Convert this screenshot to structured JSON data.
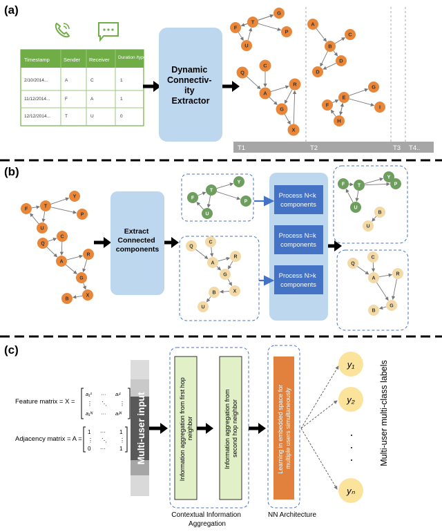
{
  "panels": {
    "a": {
      "label": "(a)",
      "table": {
        "headers": [
          "Timestamp",
          "Sender",
          "Receiver",
          "Duration /type"
        ],
        "rows": [
          [
            "2/10/2014...",
            "A",
            "C",
            "1"
          ],
          [
            "11/12/2014...",
            "F",
            "A",
            "1"
          ],
          [
            "12/12/2014...",
            "T",
            "U",
            "0"
          ]
        ]
      },
      "extractor_label": [
        "Dynamic",
        "Connectiv-",
        "ity",
        "Extractor"
      ],
      "timeline": [
        "T1",
        "T2",
        "T3",
        "T4.."
      ],
      "node_labels": {
        "g1": [
          "F",
          "U",
          "T",
          "G",
          "P"
        ],
        "g2": [
          "Q",
          "C",
          "A",
          "R",
          "G",
          "X"
        ],
        "g3": [
          "A",
          "B",
          "C",
          "D",
          "D"
        ],
        "g4": [
          "F",
          "E",
          "G",
          "H",
          "I"
        ]
      }
    },
    "b": {
      "label": "(b)",
      "extract_label": [
        "Extract",
        "Connected",
        "components"
      ],
      "process_labels": [
        [
          "Process N<k",
          "components"
        ],
        [
          "Process N=k",
          "components"
        ],
        [
          "Process N>k",
          "components"
        ]
      ],
      "node_labels": {
        "full": [
          "F",
          "T",
          "Y",
          "P",
          "U",
          "Q",
          "C",
          "A",
          "R",
          "G",
          "X",
          "B"
        ],
        "green": [
          "F",
          "T",
          "Y",
          "P",
          "U"
        ],
        "tan": [
          "Q",
          "C",
          "A",
          "R",
          "G",
          "B",
          "X",
          "U"
        ],
        "out_green": [
          "F",
          "T",
          "Y",
          "P",
          "U",
          "B",
          "U"
        ],
        "out_tan": [
          "Q",
          "C",
          "A",
          "R",
          "G",
          "B"
        ]
      }
    },
    "c": {
      "label": "(c)",
      "feature_matrix_label": "Feature matrix = X =",
      "feature_matrix_cells": [
        "a₁¹",
        "···",
        "aₗ¹",
        "⋮",
        "⋱",
        "⋮",
        "a₁ᴺ",
        "···",
        "aₗᴺ"
      ],
      "adjacency_matrix_label": "Adjacency matrix = A =",
      "adjacency_matrix_cells": [
        "1",
        "···",
        "1",
        "⋮",
        "⋱",
        "⋮",
        "0",
        "···",
        "1"
      ],
      "multi_user_input": "Multi-user input",
      "agg_first_hop": [
        "Information aggregation from first hop",
        "neighbor"
      ],
      "agg_second_hop": [
        "Information aggregation from",
        "second hop neighbor"
      ],
      "nn_block": [
        "Learning in embedded space for",
        "multiple users simultaneously"
      ],
      "contextual_caption": [
        "Contextual Information",
        "Aggregation"
      ],
      "nn_caption": "NN Architecture",
      "outputs": [
        "y₁",
        "y₂",
        "yₙ"
      ],
      "output_label": "Multi-user multi-class labels"
    }
  },
  "colors": {
    "orange_node": "#E8863A",
    "green_node": "#6E9E5E",
    "tan_node": "#F2D9A6",
    "blue_box": "#BDD7EE",
    "dark_blue": "#4472C4",
    "table_header": "#70AD47",
    "light_green": "#E2F0C7",
    "nn_orange": "#E2813D",
    "timeline_gray": "#A6A6A6"
  }
}
